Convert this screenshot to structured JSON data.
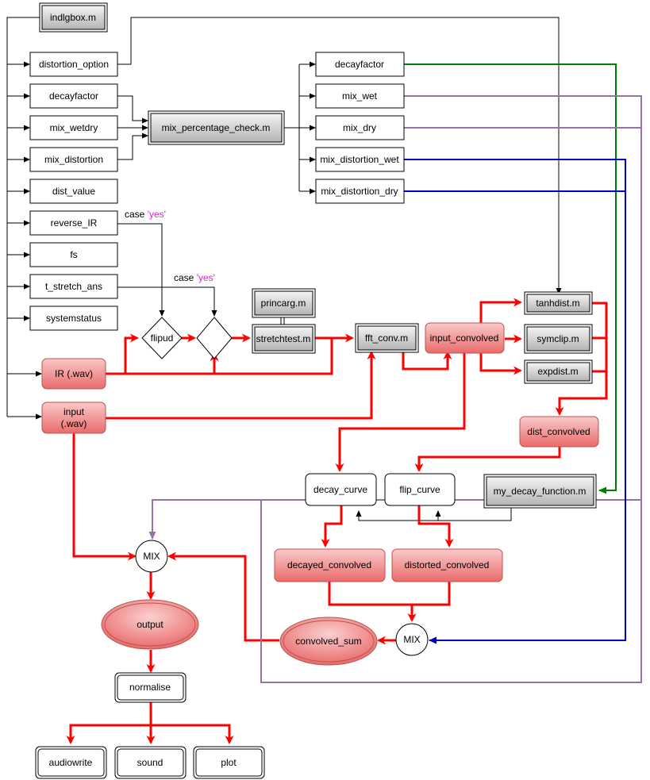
{
  "nodes": {
    "indlgbox": "indlgbox.m",
    "distortion_option": "distortion_option",
    "decayfactor_in": "decayfactor",
    "mix_wetdry": "mix_wetdry",
    "mix_distortion": "mix_distortion",
    "dist_value": "dist_value",
    "reverse_IR": "reverse_IR",
    "fs": "fs",
    "t_stretch_ans": "t_stretch_ans",
    "systemstatus": "systemstatus",
    "ir_wav": "IR (.wav)",
    "input_wav_1": "input",
    "input_wav_2": "(.wav)",
    "mix_percentage_check": "mix_percentage_check.m",
    "decayfactor_out": "decayfactor",
    "mix_wet": "mix_wet",
    "mix_dry": "mix_dry",
    "mix_distortion_wet": "mix_distortion_wet",
    "mix_distortion_dry": "mix_distortion_dry",
    "flipud": "flipud",
    "princarg": "princarg.m",
    "stretchtest": "stretchtest.m",
    "fft_conv": "fft_conv.m",
    "input_convolved": "input_convolved",
    "tanhdist": "tanhdist.m",
    "symclip": "symclip.m",
    "expdist": "expdist.m",
    "dist_convolved": "dist_convolved",
    "decay_curve": "decay_curve",
    "flip_curve": "flip_curve",
    "my_decay_function": "my_decay_function.m",
    "decayed_convolved": "decayed_convolved",
    "distorted_convolved": "distorted_convolved",
    "mix_top": "MIX",
    "mix_bottom": "MIX",
    "output": "output",
    "convolved_sum": "convolved_sum",
    "normalise": "normalise",
    "audiowrite": "audiowrite",
    "sound": "sound",
    "plot": "plot"
  },
  "labels": {
    "case_reverse_prefix": "case ",
    "case_reverse_value": "'yes'",
    "case_stretch_prefix": "case ",
    "case_stretch_value": "'yes'"
  },
  "colors": {
    "black": "#000000",
    "red": "#ff0000",
    "green": "#008000",
    "purple": "#9673a6",
    "blue": "#0000cc",
    "red_fill": "#f08080",
    "gray_fill": "#cfcfcf"
  }
}
